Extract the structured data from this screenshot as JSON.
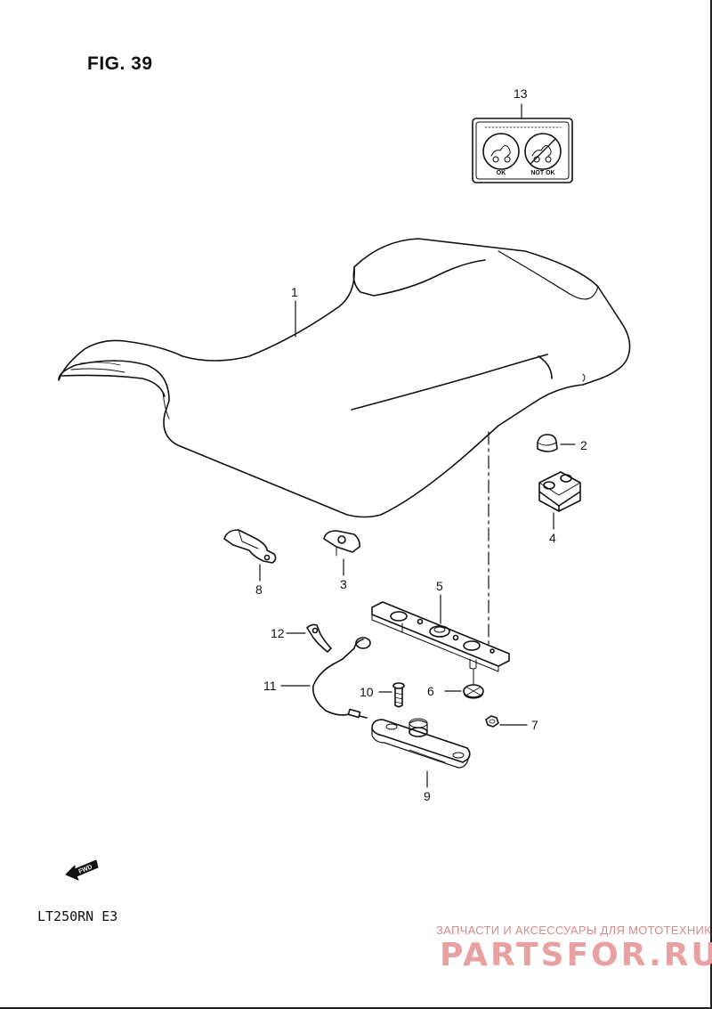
{
  "figure": {
    "title": "FIG. 39",
    "model": "LT250RN  E3"
  },
  "callouts": [
    "1",
    "2",
    "3",
    "4",
    "5",
    "6",
    "7",
    "8",
    "9",
    "10",
    "11",
    "12",
    "13"
  ],
  "label_plate": {
    "caption_left": "OK",
    "caption_right": "NOT OK"
  },
  "fwd_label": "FWD",
  "watermark": {
    "tagline": "ЗАПЧАСТИ И АКСЕССУАРЫ ДЛЯ МОТОТЕХНИКИ",
    "logo": "PARTSFOR.RU"
  },
  "colors": {
    "line": "#111111",
    "watermark": "#e9a0a0"
  }
}
